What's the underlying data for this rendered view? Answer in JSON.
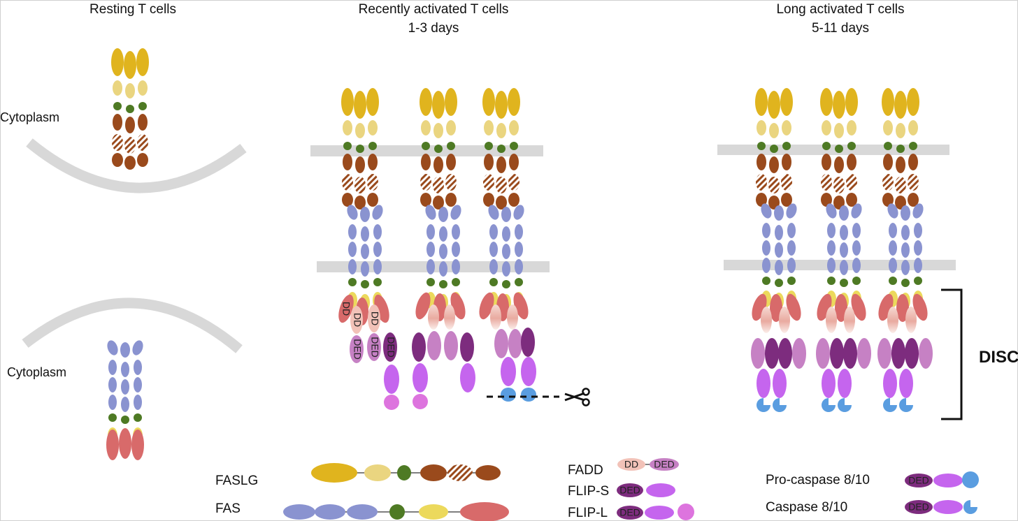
{
  "headers": {
    "resting": "Resting T cells",
    "recent_line1": "Recently activated T cells",
    "recent_line2": "1-3 days",
    "long_line1": "Long activated T cells",
    "long_line2": "5-11 days"
  },
  "compartments": {
    "cytoplasm_top": "Cytoplasm",
    "cytoplasm_bottom": "Cytoplasm"
  },
  "complex_label": "DISC",
  "domain_labels": {
    "dd": "DD",
    "ded": "DED"
  },
  "legend": {
    "fasl": "FASLG",
    "fas": "FAS",
    "fadd": "FADD",
    "flip_s": "FLIP-S",
    "flip_l": "FLIP-L",
    "procaspase": "Pro-caspase 8/10",
    "caspase": "Caspase 8/10"
  },
  "colors": {
    "fasl_gold": "#e0b41e",
    "fasl_light": "#ead580",
    "linker_green": "#4e7a24",
    "fasl_brown": "#9a4a1c",
    "fas_blue": "#8a93d0",
    "fas_yellow": "#ecd95c",
    "fas_dd": "#d86a6a",
    "fadd_dd": "#f2c2b8",
    "fadd_ded": "#c681c4",
    "flip_ded": "#7d2c7e",
    "caspase_body": "#c565ee",
    "flip_l_tail": "#dd74de",
    "caspase_tail": "#5a9de0",
    "membrane": "#d8d8d8"
  }
}
